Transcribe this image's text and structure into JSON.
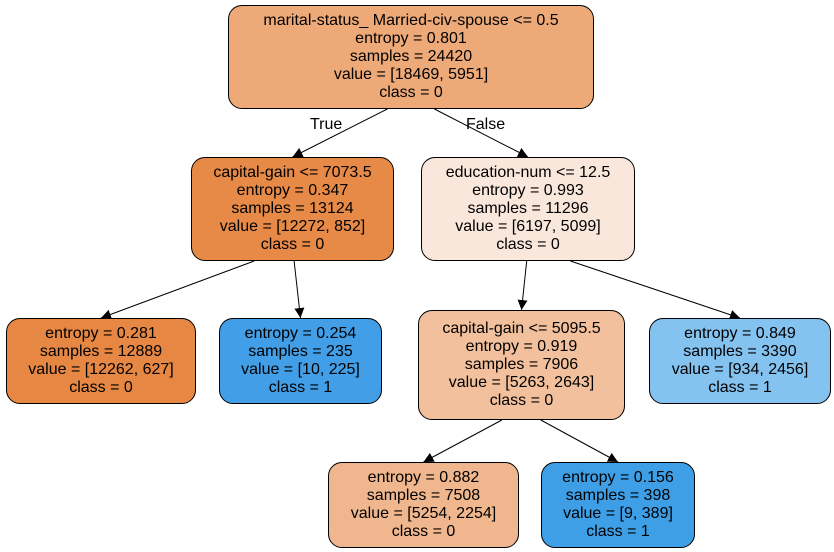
{
  "nodes": [
    {
      "id": "n0",
      "lines": [
        "marital-status_ Married-civ-spouse <= 0.5",
        "entropy = 0.801",
        "samples = 24420",
        "value = [18469, 5951]",
        "class = 0"
      ],
      "color": "#eda978"
    },
    {
      "id": "n1",
      "lines": [
        "capital-gain <= 7073.5",
        "entropy = 0.347",
        "samples = 13124",
        "value = [12272, 852]",
        "class = 0"
      ],
      "color": "#e78a47"
    },
    {
      "id": "n2",
      "lines": [
        "entropy = 0.281",
        "samples = 12889",
        "value = [12262, 627]",
        "class = 0"
      ],
      "color": "#e68743"
    },
    {
      "id": "n3",
      "lines": [
        "entropy = 0.254",
        "samples = 235",
        "value = [10, 225]",
        "class = 1"
      ],
      "color": "#429ee6"
    },
    {
      "id": "n4",
      "lines": [
        "education-num <= 12.5",
        "entropy = 0.993",
        "samples = 11296",
        "value = [6197, 5099]",
        "class = 0"
      ],
      "color": "#fae7dc"
    },
    {
      "id": "n5",
      "lines": [
        "capital-gain <= 5095.5",
        "entropy = 0.919",
        "samples = 7906",
        "value = [5263, 2643]",
        "class = 0"
      ],
      "color": "#f2c09c"
    },
    {
      "id": "n6",
      "lines": [
        "entropy = 0.882",
        "samples = 7508",
        "value = [5254, 2254]",
        "class = 0"
      ],
      "color": "#f0b78e"
    },
    {
      "id": "n7",
      "lines": [
        "entropy = 0.156",
        "samples = 398",
        "value = [9, 389]",
        "class = 1"
      ],
      "color": "#3e9fe6"
    },
    {
      "id": "n8",
      "lines": [
        "entropy = 0.849",
        "samples = 3390",
        "value = [934, 2456]",
        "class = 1"
      ],
      "color": "#84c2ef"
    }
  ],
  "edges": [
    {
      "from": "n0",
      "to": "n1",
      "label": "True"
    },
    {
      "from": "n0",
      "to": "n4",
      "label": "False"
    },
    {
      "from": "n1",
      "to": "n2",
      "label": ""
    },
    {
      "from": "n1",
      "to": "n3",
      "label": ""
    },
    {
      "from": "n4",
      "to": "n5",
      "label": ""
    },
    {
      "from": "n4",
      "to": "n8",
      "label": ""
    },
    {
      "from": "n5",
      "to": "n6",
      "label": ""
    },
    {
      "from": "n5",
      "to": "n7",
      "label": ""
    }
  ]
}
